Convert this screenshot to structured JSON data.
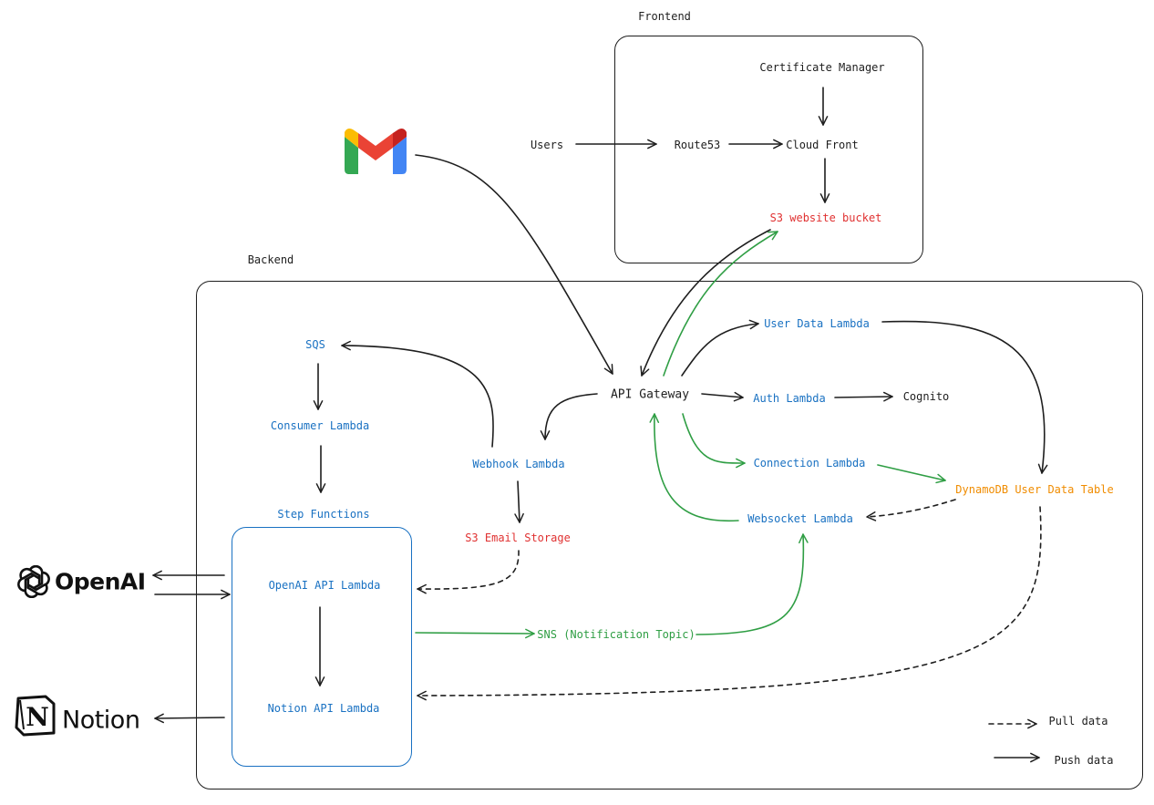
{
  "groups": {
    "frontend": "Frontend",
    "backend": "Backend",
    "step_functions": "Step Functions"
  },
  "nodes": {
    "certificate_manager": "Certificate Manager",
    "users": "Users",
    "route53": "Route53",
    "cloud_front": "Cloud Front",
    "s3_website_bucket": "S3 website bucket",
    "user_data_lambda": "User Data Lambda",
    "sqs": "SQS",
    "api_gateway": "API Gateway",
    "auth_lambda": "Auth Lambda",
    "cognito": "Cognito",
    "consumer_lambda": "Consumer Lambda",
    "webhook_lambda": "Webhook Lambda",
    "connection_lambda": "Connection Lambda",
    "dynamodb_user_data_table": "DynamoDB User Data Table",
    "websocket_lambda": "Websocket Lambda",
    "s3_email_storage": "S3 Email Storage",
    "openai_api_lambda": "OpenAI API Lambda",
    "sns_notification_topic": "SNS (Notification Topic)",
    "notion_api_lambda": "Notion API Lambda"
  },
  "external": {
    "openai": "OpenAI",
    "notion": "Notion",
    "notion_logo_letter": "N",
    "gmail_icon": "gmail-logo-icon",
    "openai_icon": "openai-logo-icon",
    "notion_icon": "notion-logo-icon"
  },
  "legend": {
    "pull": "Pull data",
    "push": "Push data"
  },
  "colors": {
    "ink": "#1e1e1e",
    "blue": "#1971c2",
    "red": "#e03131",
    "green": "#2f9e44",
    "orange": "#f08c00",
    "gmail_red": "#ea4335",
    "gmail_blue": "#4285f4",
    "gmail_green": "#34a853",
    "gmail_yellow": "#fbbc04"
  }
}
